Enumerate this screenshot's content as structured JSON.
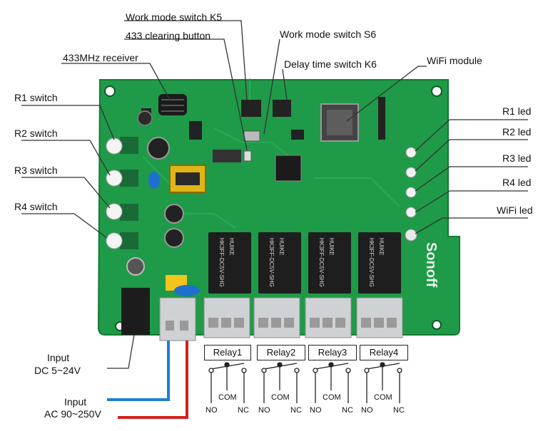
{
  "labels": {
    "k5": "Work mode switch K5",
    "clear": "433 clearing button",
    "s6": "Work mode switch S6",
    "rx": "433MHz receiver",
    "k6": "Delay time switch K6",
    "wifi_module": "WiFi module",
    "r1_switch": "R1 switch",
    "r2_switch": "R2 switch",
    "r3_switch": "R3 switch",
    "r4_switch": "R4 switch",
    "r1_led": "R1 led",
    "r2_led": "R2 led",
    "r3_led": "R3 led",
    "r4_led": "R4 led",
    "wifi_led": "WiFi led",
    "input_dc_line1": "Input",
    "input_dc_line2": "DC 5~24V",
    "input_ac_line1": "Input",
    "input_ac_line2": "AC 90~250V"
  },
  "relays": [
    {
      "name": "Relay1",
      "no": "NO",
      "com": "COM",
      "nc": "NC"
    },
    {
      "name": "Relay2",
      "no": "NO",
      "com": "COM",
      "nc": "NC"
    },
    {
      "name": "Relay3",
      "no": "NO",
      "com": "COM",
      "nc": "NC"
    },
    {
      "name": "Relay4",
      "no": "NO",
      "com": "COM",
      "nc": "NC"
    }
  ],
  "board": {
    "brand": "Sonoff",
    "relay_model_top": "HUIKE",
    "relay_model": "HK3FF-DC5V-SHG"
  },
  "colors": {
    "pcb": "#1f9a48",
    "wire_blue": "#1e7fd6",
    "wire_red": "#d4201c"
  }
}
